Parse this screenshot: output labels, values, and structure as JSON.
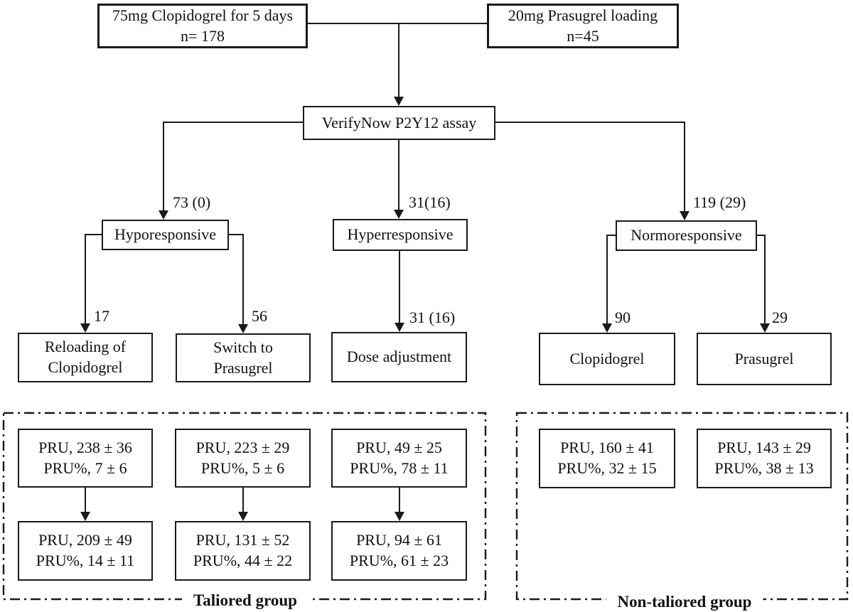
{
  "diagram": {
    "top_row": {
      "clopidogrel": {
        "line1": "75mg Clopidogrel for 5 days",
        "line2": "n= 178"
      },
      "prasugrel": {
        "line1": "20mg Prasugrel loading",
        "line2": "n=45"
      }
    },
    "assay": {
      "label": "VerifyNow P2Y12 assay"
    },
    "branches": {
      "hypo": {
        "count": "73 (0)",
        "label": "Hyporesponsive"
      },
      "hyper": {
        "count": "31(16)",
        "label": "Hyperresponsive"
      },
      "normo": {
        "count": "119 (29)",
        "label": "Normoresponsive"
      }
    },
    "actions": {
      "reloading": {
        "count": "17",
        "line1": "Reloading of",
        "line2": "Clopidogrel"
      },
      "switch_prasugrel": {
        "count": "56",
        "line1": "Switch to",
        "line2": "Prasugrel"
      },
      "dose_adjustment": {
        "count": "31 (16)",
        "label": "Dose adjustment"
      },
      "clopidogrel": {
        "count": "90",
        "label": "Clopidogrel"
      },
      "prasugrel": {
        "count": "29",
        "label": "Prasugrel"
      }
    },
    "pru_row1": [
      {
        "line1": "PRU, 238 ± 36",
        "line2": "PRU%, 7 ± 6"
      },
      {
        "line1": "PRU, 223 ± 29",
        "line2": "PRU%, 5 ± 6"
      },
      {
        "line1": "PRU, 49 ± 25",
        "line2": "PRU%, 78 ± 11"
      },
      {
        "line1": "PRU, 160 ± 41",
        "line2": "PRU%, 32 ± 15"
      },
      {
        "line1": "PRU, 143 ± 29",
        "line2": "PRU%, 38 ± 13"
      }
    ],
    "pru_row2": [
      {
        "line1": "PRU, 209 ± 49",
        "line2": "PRU%, 14 ± 11"
      },
      {
        "line1": "PRU, 131 ± 52",
        "line2": "PRU%, 44 ± 22"
      },
      {
        "line1": "PRU, 94 ± 61",
        "line2": "PRU%, 61 ± 23"
      }
    ],
    "groups": {
      "tailored": {
        "label": "Taliored group"
      },
      "non_tailored": {
        "label": "Non-taliored group"
      }
    },
    "colors": {
      "line": "#1a1a1a",
      "background": "#ffffff",
      "text": "#111111"
    }
  }
}
